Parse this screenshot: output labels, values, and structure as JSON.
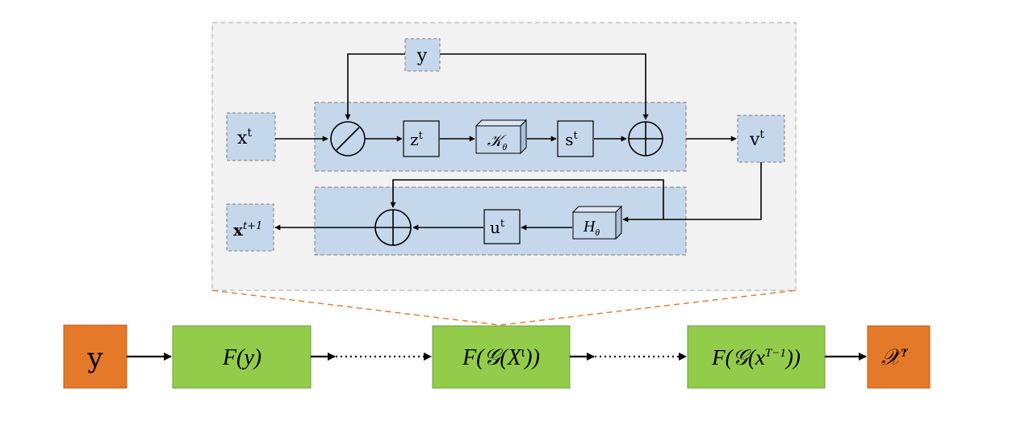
{
  "detail": {
    "y_label": "y",
    "xt_base": "x",
    "xt_sup": "t",
    "zt_base": "z",
    "zt_sup": "t",
    "k_base": "𝒦",
    "k_sub": "θ",
    "st_base": "s",
    "st_sup": "t",
    "vt_base": "v",
    "vt_sup": "t",
    "ut_base": "u",
    "ut_sup": "t",
    "h_base": "H",
    "h_sub": "θ",
    "xnext_base": "x",
    "xnext_sup": "t+1"
  },
  "pipeline": {
    "input_label": "y",
    "block1": "F(y)",
    "block2_pre": "F(𝒢(X",
    "block2_sup": "t",
    "block2_post": "))",
    "block3_pre": "F(𝒢(x",
    "block3_sup": "T−1",
    "block3_post": "))",
    "output_base": "𝒳",
    "output_sup": "T"
  },
  "colors": {
    "panel_fill": "#f2f2f2",
    "stage_fill": "#c5d7ea",
    "node_fill": "#c5d7ea",
    "green": "#92cc4a",
    "orange": "#e5792a",
    "dash_orange": "#ed7d31",
    "stroke": "#000000"
  }
}
